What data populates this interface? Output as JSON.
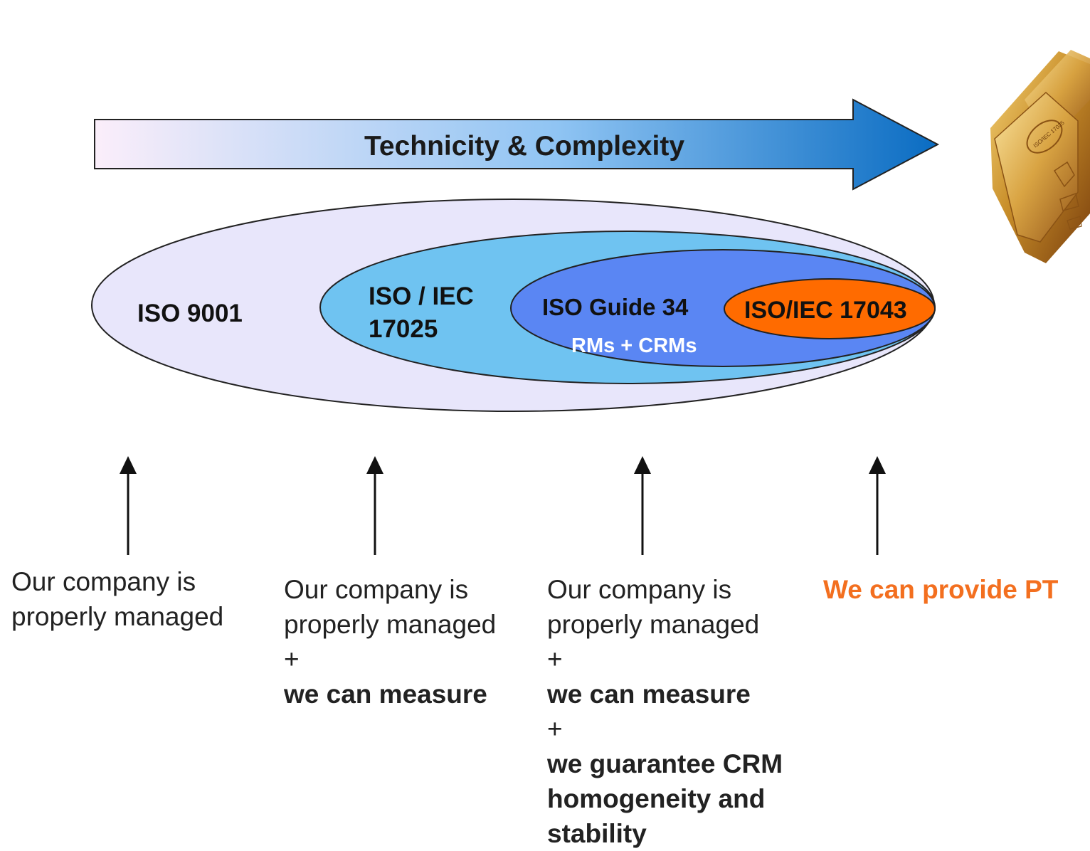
{
  "arrow": {
    "label": "Technicity & Complexity",
    "gradient_start": "#fbeefa",
    "gradient_mid": "#8fc4f3",
    "gradient_end": "#0a6cc2"
  },
  "ellipses": [
    {
      "label_lines": [
        "ISO 9001"
      ],
      "fill": "#e8e6fb"
    },
    {
      "label_lines": [
        "ISO / IEC",
        "17025"
      ],
      "fill": "#6fc3f1"
    },
    {
      "label_lines": [
        "ISO Guide 34"
      ],
      "sublabel": "RMs + CRMs",
      "fill": "#5a86f3"
    },
    {
      "label_lines": [
        "ISO/IEC 17043"
      ],
      "fill": "#ff6b00"
    }
  ],
  "columns": [
    {
      "lines": [
        {
          "text": "Our company is",
          "bold": false
        },
        {
          "text": "properly managed",
          "bold": false
        }
      ]
    },
    {
      "lines": [
        {
          "text": "Our company is",
          "bold": false
        },
        {
          "text": "properly managed",
          "bold": false
        },
        {
          "text": "+",
          "bold": false
        },
        {
          "text": "we can measure",
          "bold": true
        }
      ]
    },
    {
      "lines": [
        {
          "text": "Our company is",
          "bold": false
        },
        {
          "text": "properly managed",
          "bold": false
        },
        {
          "text": "+",
          "bold": false
        },
        {
          "text": "we can measure",
          "bold": true
        },
        {
          "text": "+",
          "bold": false
        },
        {
          "text": "we guarantee CRM",
          "bold": true
        },
        {
          "text": "homogeneity and",
          "bold": true
        },
        {
          "text": "stability",
          "bold": true
        }
      ]
    },
    {
      "lines": [
        {
          "text": "We can provide PT",
          "bold": true
        }
      ],
      "color": "#f36f1f"
    }
  ],
  "photo": {
    "icon": "gold-bar-image",
    "engraving": "ISO/IEC 17025"
  }
}
